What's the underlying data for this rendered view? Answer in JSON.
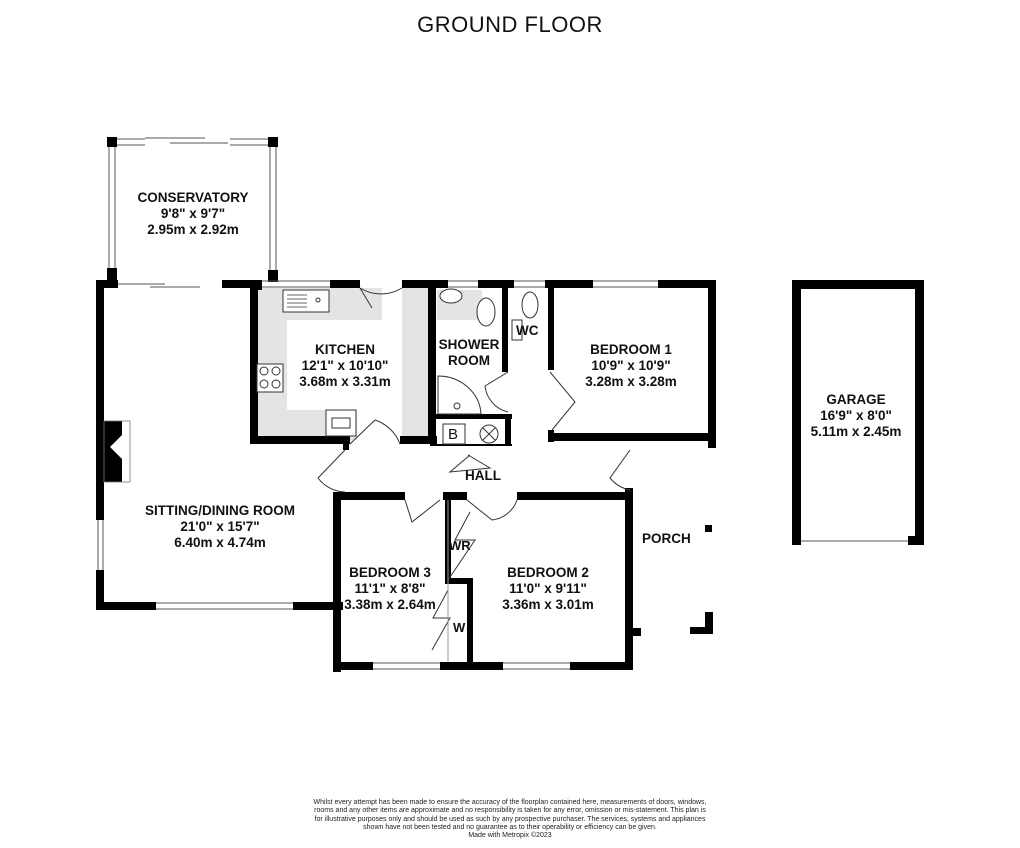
{
  "floor": {
    "title": "GROUND FLOOR"
  },
  "rooms": {
    "conservatory": {
      "name": "CONSERVATORY",
      "imperial": "9'8\"  x 9'7\"",
      "metric": "2.95m  x 2.92m"
    },
    "kitchen": {
      "name": "KITCHEN",
      "imperial": "12'1\"  x 10'10\"",
      "metric": "3.68m  x 3.31m"
    },
    "shower_room": {
      "name_line1": "SHOWER",
      "name_line2": "ROOM"
    },
    "wc": {
      "name": "WC"
    },
    "bedroom1": {
      "name": "BEDROOM 1",
      "imperial": "10'9\"  x 10'9\"",
      "metric": "3.28m  x 3.28m"
    },
    "garage": {
      "name": "GARAGE",
      "imperial": "16'9\"  x 8'0\"",
      "metric": "5.11m  x 2.45m"
    },
    "sitting_dining": {
      "name": "SITTING/DINING ROOM",
      "imperial": "21'0\"  x 15'7\"",
      "metric": "6.40m  x 4.74m"
    },
    "hall": {
      "name": "HALL"
    },
    "bedroom3": {
      "name": "BEDROOM 3",
      "imperial": "11'1\"  x 8'8\"",
      "metric": "3.38m  x 2.64m"
    },
    "bedroom2": {
      "name": "BEDROOM 2",
      "imperial": "11'0\"  x 9'11\"",
      "metric": "3.36m  x 3.01m"
    },
    "porch": {
      "name": "PORCH"
    },
    "wardrobe": {
      "wr": "WR",
      "w": "W"
    },
    "boiler": {
      "symbol": "B"
    }
  },
  "colors": {
    "wall": "#000000",
    "fitted_units": "#e4e4e4",
    "background": "#ffffff"
  },
  "disclaimer": {
    "text": "Whilst every attempt has been made to ensure the accuracy of the floorplan contained here, measurements of doors, windows, rooms and any other items are approximate and no responsibility is taken for any error, omission or mis-statement. This plan is for illustrative purposes only and should be used as such by any prospective purchaser. The services, systems and appliances shown have not been tested and no guarantee as to their operability or efficiency can be given.",
    "credit": "Made with Metropix ©2023"
  }
}
